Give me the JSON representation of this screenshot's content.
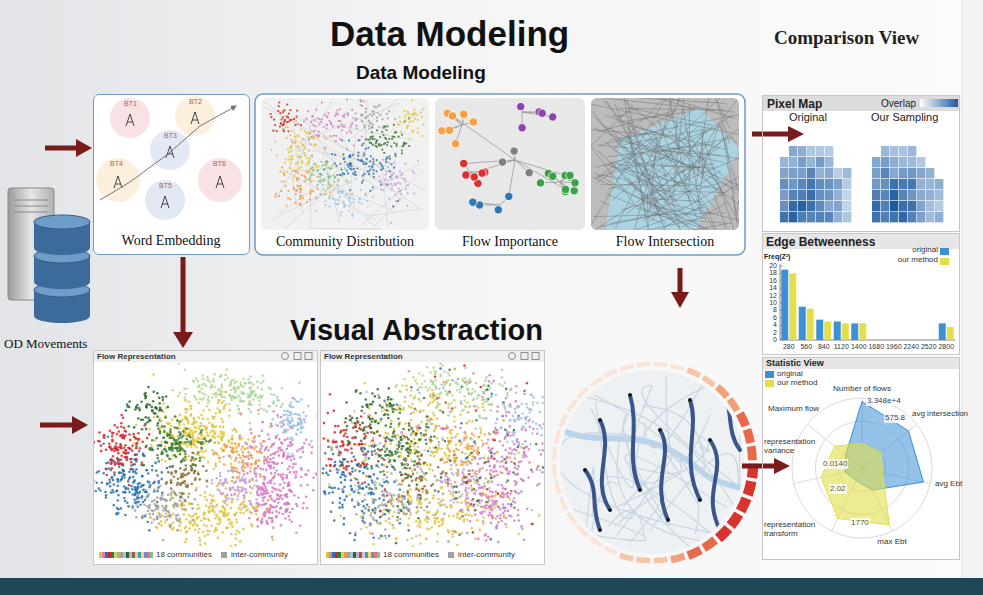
{
  "diagram": {
    "title": "Data Modeling",
    "nodes": [
      {
        "text": [
          "Word Embedding"
        ]
      },
      {
        "text": [
          "Community Distribution"
        ]
      },
      {
        "text": [
          "Flow Importance"
        ]
      },
      {
        "text": [
          "Flow Intersection"
        ]
      },
      {
        "text": [
          "Pixel Map",
          "Overlap",
          "Original",
          "Our Sampling"
        ]
      },
      {
        "text": [
          "Edge Betweenness"
        ]
      },
      {
        "text": [
          "Flow Representation",
          "18 communities",
          "inter-community"
        ]
      },
      {
        "text": [
          "Flow Representation",
          "18 communities",
          "inter-community"
        ]
      },
      {
        "text": [
          "Statistic View"
        ]
      }
    ],
    "edges": [
      {
        "from": 0,
        "to": 6,
        "arrow": "to"
      }
    ],
    "labels": [
      "Data Modeling",
      "BT1",
      "BT2",
      "BT3",
      "BT4",
      "BT5",
      "BT6",
      "OD Movements",
      "Visual Abstraction",
      "Comparison View",
      "20",
      "18",
      "16",
      "14",
      "12",
      "10",
      "8",
      "6",
      "4",
      "2",
      "0",
      "280",
      "560",
      "840",
      "1120",
      "1400",
      "1680",
      "1960",
      "2240",
      "2520",
      "2800",
      "Number of flows",
      "avg intersection",
      "Maximum flow",
      "representation variance",
      "representation transform",
      "avg Ebt",
      "max Ebt",
      "3.348e+4",
      "575.8",
      "0.0140",
      "2.02",
      "1770",
      "Freq(Z²)"
    ],
    "legend": [
      {
        "text": "original",
        "color": "#3d8fd6"
      },
      {
        "text": "our method",
        "color": "#e3df4b"
      },
      {
        "text": "original",
        "color": "#3d8fd6"
      },
      {
        "text": "our method",
        "color": "#e3df4b"
      }
    ]
  }
}
